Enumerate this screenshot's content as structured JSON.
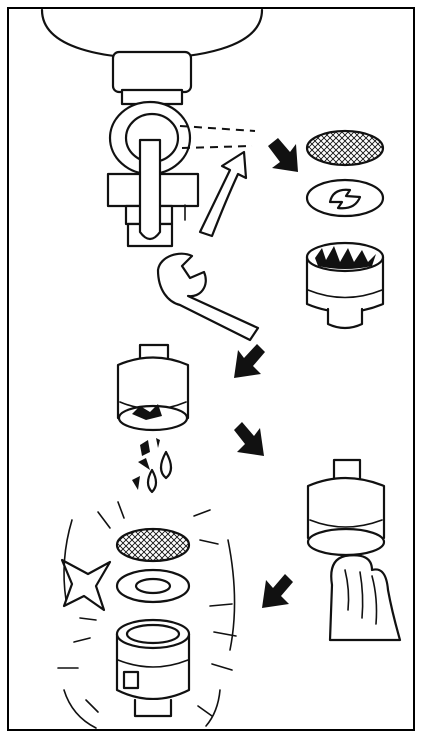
{
  "diagram": {
    "steps": [
      {
        "id": "remove-aerator",
        "icons": [
          "tap-icon",
          "wrench-icon",
          "unscrew-arrow-icon"
        ]
      },
      {
        "id": "parts-exploded",
        "icons": [
          "mesh-screen-icon",
          "washer-icon",
          "aerator-housing-icon"
        ]
      },
      {
        "id": "rinse-debris",
        "icons": [
          "aerator-housing-icon",
          "debris-icon",
          "water-drop-icon"
        ]
      },
      {
        "id": "wipe-clean",
        "icons": [
          "aerator-housing-icon",
          "hand-cloth-icon"
        ]
      },
      {
        "id": "clean-reassembled",
        "icons": [
          "mesh-screen-icon",
          "washer-icon",
          "aerator-housing-icon",
          "sparkle-icon"
        ]
      }
    ],
    "colors": {
      "line": "#111111",
      "background": "#ffffff",
      "border": "#000000"
    }
  }
}
